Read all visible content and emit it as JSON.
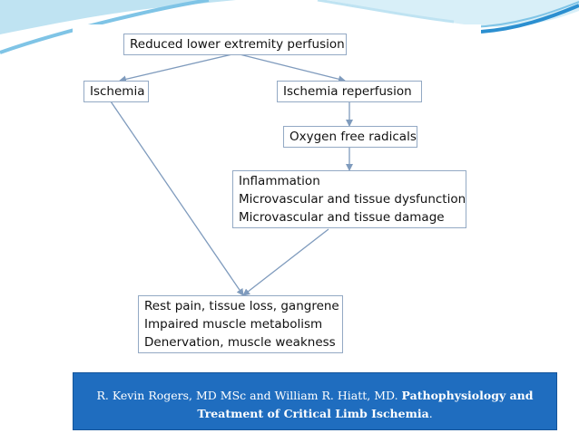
{
  "colors": {
    "wave_light": "#bfe3f2",
    "wave_mid": "#7fc4e6",
    "wave_dark": "#2b8fd0",
    "node_border": "#93a9c4",
    "arrow": "#7f9bbd",
    "citation_bg": "#1f6dbf"
  },
  "diagram": {
    "nodes": {
      "reduced_perfusion": [
        "Reduced lower extremity perfusion"
      ],
      "ischemia": [
        "Ischemia"
      ],
      "ischemia_reperfusion": [
        "Ischemia reperfusion"
      ],
      "oxygen_free_radicals": [
        "Oxygen free radicals"
      ],
      "inflammation_group": [
        "Inflammation",
        "Microvascular and tissue dysfunction",
        "Microvascular and tissue damage"
      ],
      "outcomes_group": [
        "Rest pain, tissue loss, gangrene",
        "Impaired muscle metabolism",
        "Denervation, muscle weakness"
      ]
    },
    "edges": [
      {
        "from": "reduced_perfusion",
        "to": "ischemia"
      },
      {
        "from": "reduced_perfusion",
        "to": "ischemia_reperfusion"
      },
      {
        "from": "ischemia_reperfusion",
        "to": "oxygen_free_radicals"
      },
      {
        "from": "oxygen_free_radicals",
        "to": "inflammation_group"
      },
      {
        "from": "ischemia",
        "to": "outcomes_group"
      },
      {
        "from": "inflammation_group",
        "to": "outcomes_group"
      }
    ]
  },
  "citation": {
    "authors": "R. Kevin Rogers, MD MSc and William R. Hiatt, MD.",
    "title": "Pathophysiology and Treatment of Critical Limb Ischemia",
    "period": "."
  }
}
